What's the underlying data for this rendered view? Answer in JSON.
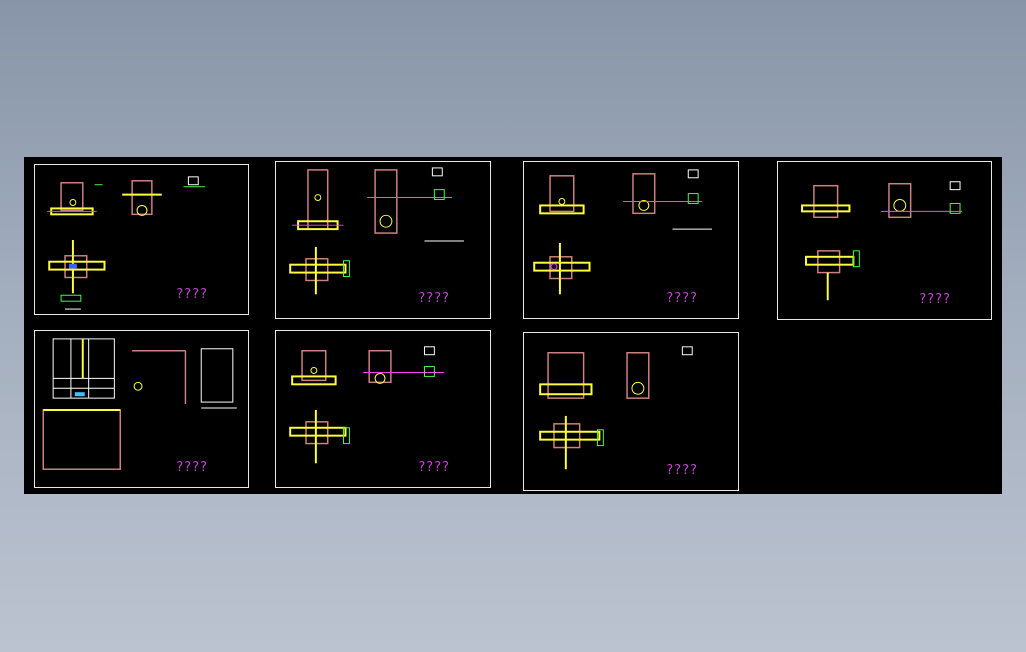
{
  "drawing": {
    "sheets": [
      {
        "id": "sheet-1",
        "title": "????"
      },
      {
        "id": "sheet-2",
        "title": "????"
      },
      {
        "id": "sheet-3",
        "title": "????"
      },
      {
        "id": "sheet-4",
        "title": "????"
      },
      {
        "id": "sheet-5",
        "title": "????"
      },
      {
        "id": "sheet-6",
        "title": "????"
      },
      {
        "id": "sheet-7",
        "title": "????"
      }
    ]
  },
  "colors": {
    "background": "#000000",
    "border": "#e8e8e8",
    "wall": "#d08080",
    "beam": "#ffff40",
    "accent": "#ff40ff",
    "dim": "#40ff40",
    "line": "#ffffff",
    "title": "#c040d0"
  }
}
